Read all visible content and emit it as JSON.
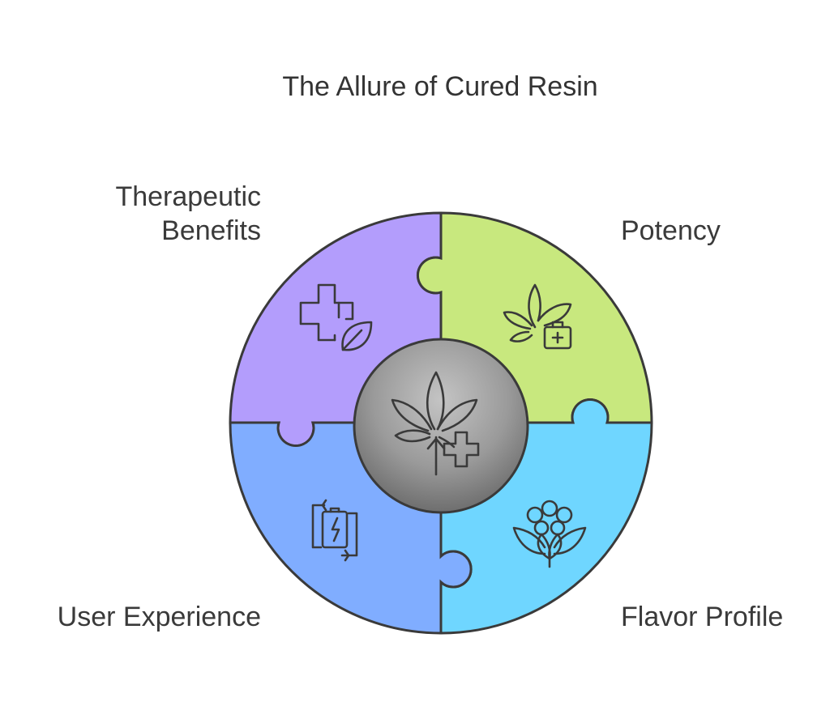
{
  "title": "The Allure of Cured Resin",
  "segments": [
    {
      "label": "Therapeutic Benefits",
      "color": "#b39dfc",
      "icon": "medical-cross-leaf-icon"
    },
    {
      "label": "Potency",
      "color": "#c8e87e",
      "icon": "cannabis-leaf-medkit-icon"
    },
    {
      "label": "Flavor Profile",
      "color": "#6fd6ff",
      "icon": "flower-bloom-icon"
    },
    {
      "label": "User Experience",
      "color": "#80adff",
      "icon": "battery-cycle-icon"
    }
  ],
  "center": {
    "icon": "cannabis-leaf-arrow-cross-icon",
    "color": "#8a8a8a"
  },
  "outline_color": "#3a3a3a"
}
